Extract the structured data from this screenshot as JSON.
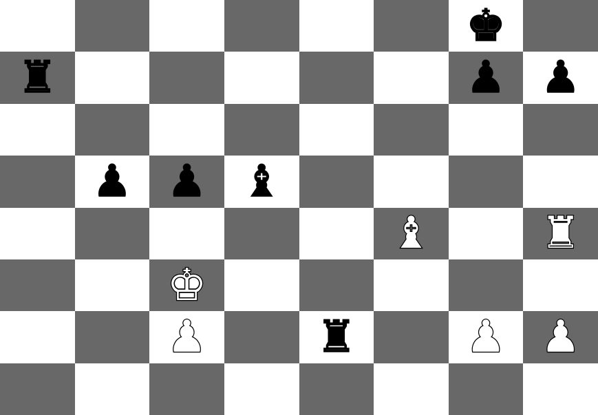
{
  "board": {
    "colors": {
      "light": "#ffffff",
      "dark": "#686868"
    },
    "orientation": "white-bottom",
    "files": [
      "a",
      "b",
      "c",
      "d",
      "e",
      "f",
      "g",
      "h"
    ],
    "ranks": [
      8,
      7,
      6,
      5,
      4,
      3,
      2,
      1
    ],
    "pieces": [
      {
        "square": "g8",
        "piece": "king",
        "color": "black",
        "glyph": "♚"
      },
      {
        "square": "a7",
        "piece": "rook",
        "color": "black",
        "glyph": "♜"
      },
      {
        "square": "g7",
        "piece": "pawn",
        "color": "black",
        "glyph": "♟"
      },
      {
        "square": "h7",
        "piece": "pawn",
        "color": "black",
        "glyph": "♟"
      },
      {
        "square": "b5",
        "piece": "pawn",
        "color": "black",
        "glyph": "♟"
      },
      {
        "square": "c5",
        "piece": "pawn",
        "color": "black",
        "glyph": "♟"
      },
      {
        "square": "d5",
        "piece": "bishop",
        "color": "black",
        "glyph": "♝"
      },
      {
        "square": "f4",
        "piece": "bishop",
        "color": "white",
        "glyph": "♝"
      },
      {
        "square": "h4",
        "piece": "rook",
        "color": "white",
        "glyph": "♜"
      },
      {
        "square": "c3",
        "piece": "king",
        "color": "white",
        "glyph": "♚"
      },
      {
        "square": "c2",
        "piece": "pawn",
        "color": "white",
        "glyph": "♟"
      },
      {
        "square": "e2",
        "piece": "rook",
        "color": "black",
        "glyph": "♜"
      },
      {
        "square": "g2",
        "piece": "pawn",
        "color": "white",
        "glyph": "♟"
      },
      {
        "square": "h2",
        "piece": "pawn",
        "color": "white",
        "glyph": "♟"
      }
    ]
  }
}
